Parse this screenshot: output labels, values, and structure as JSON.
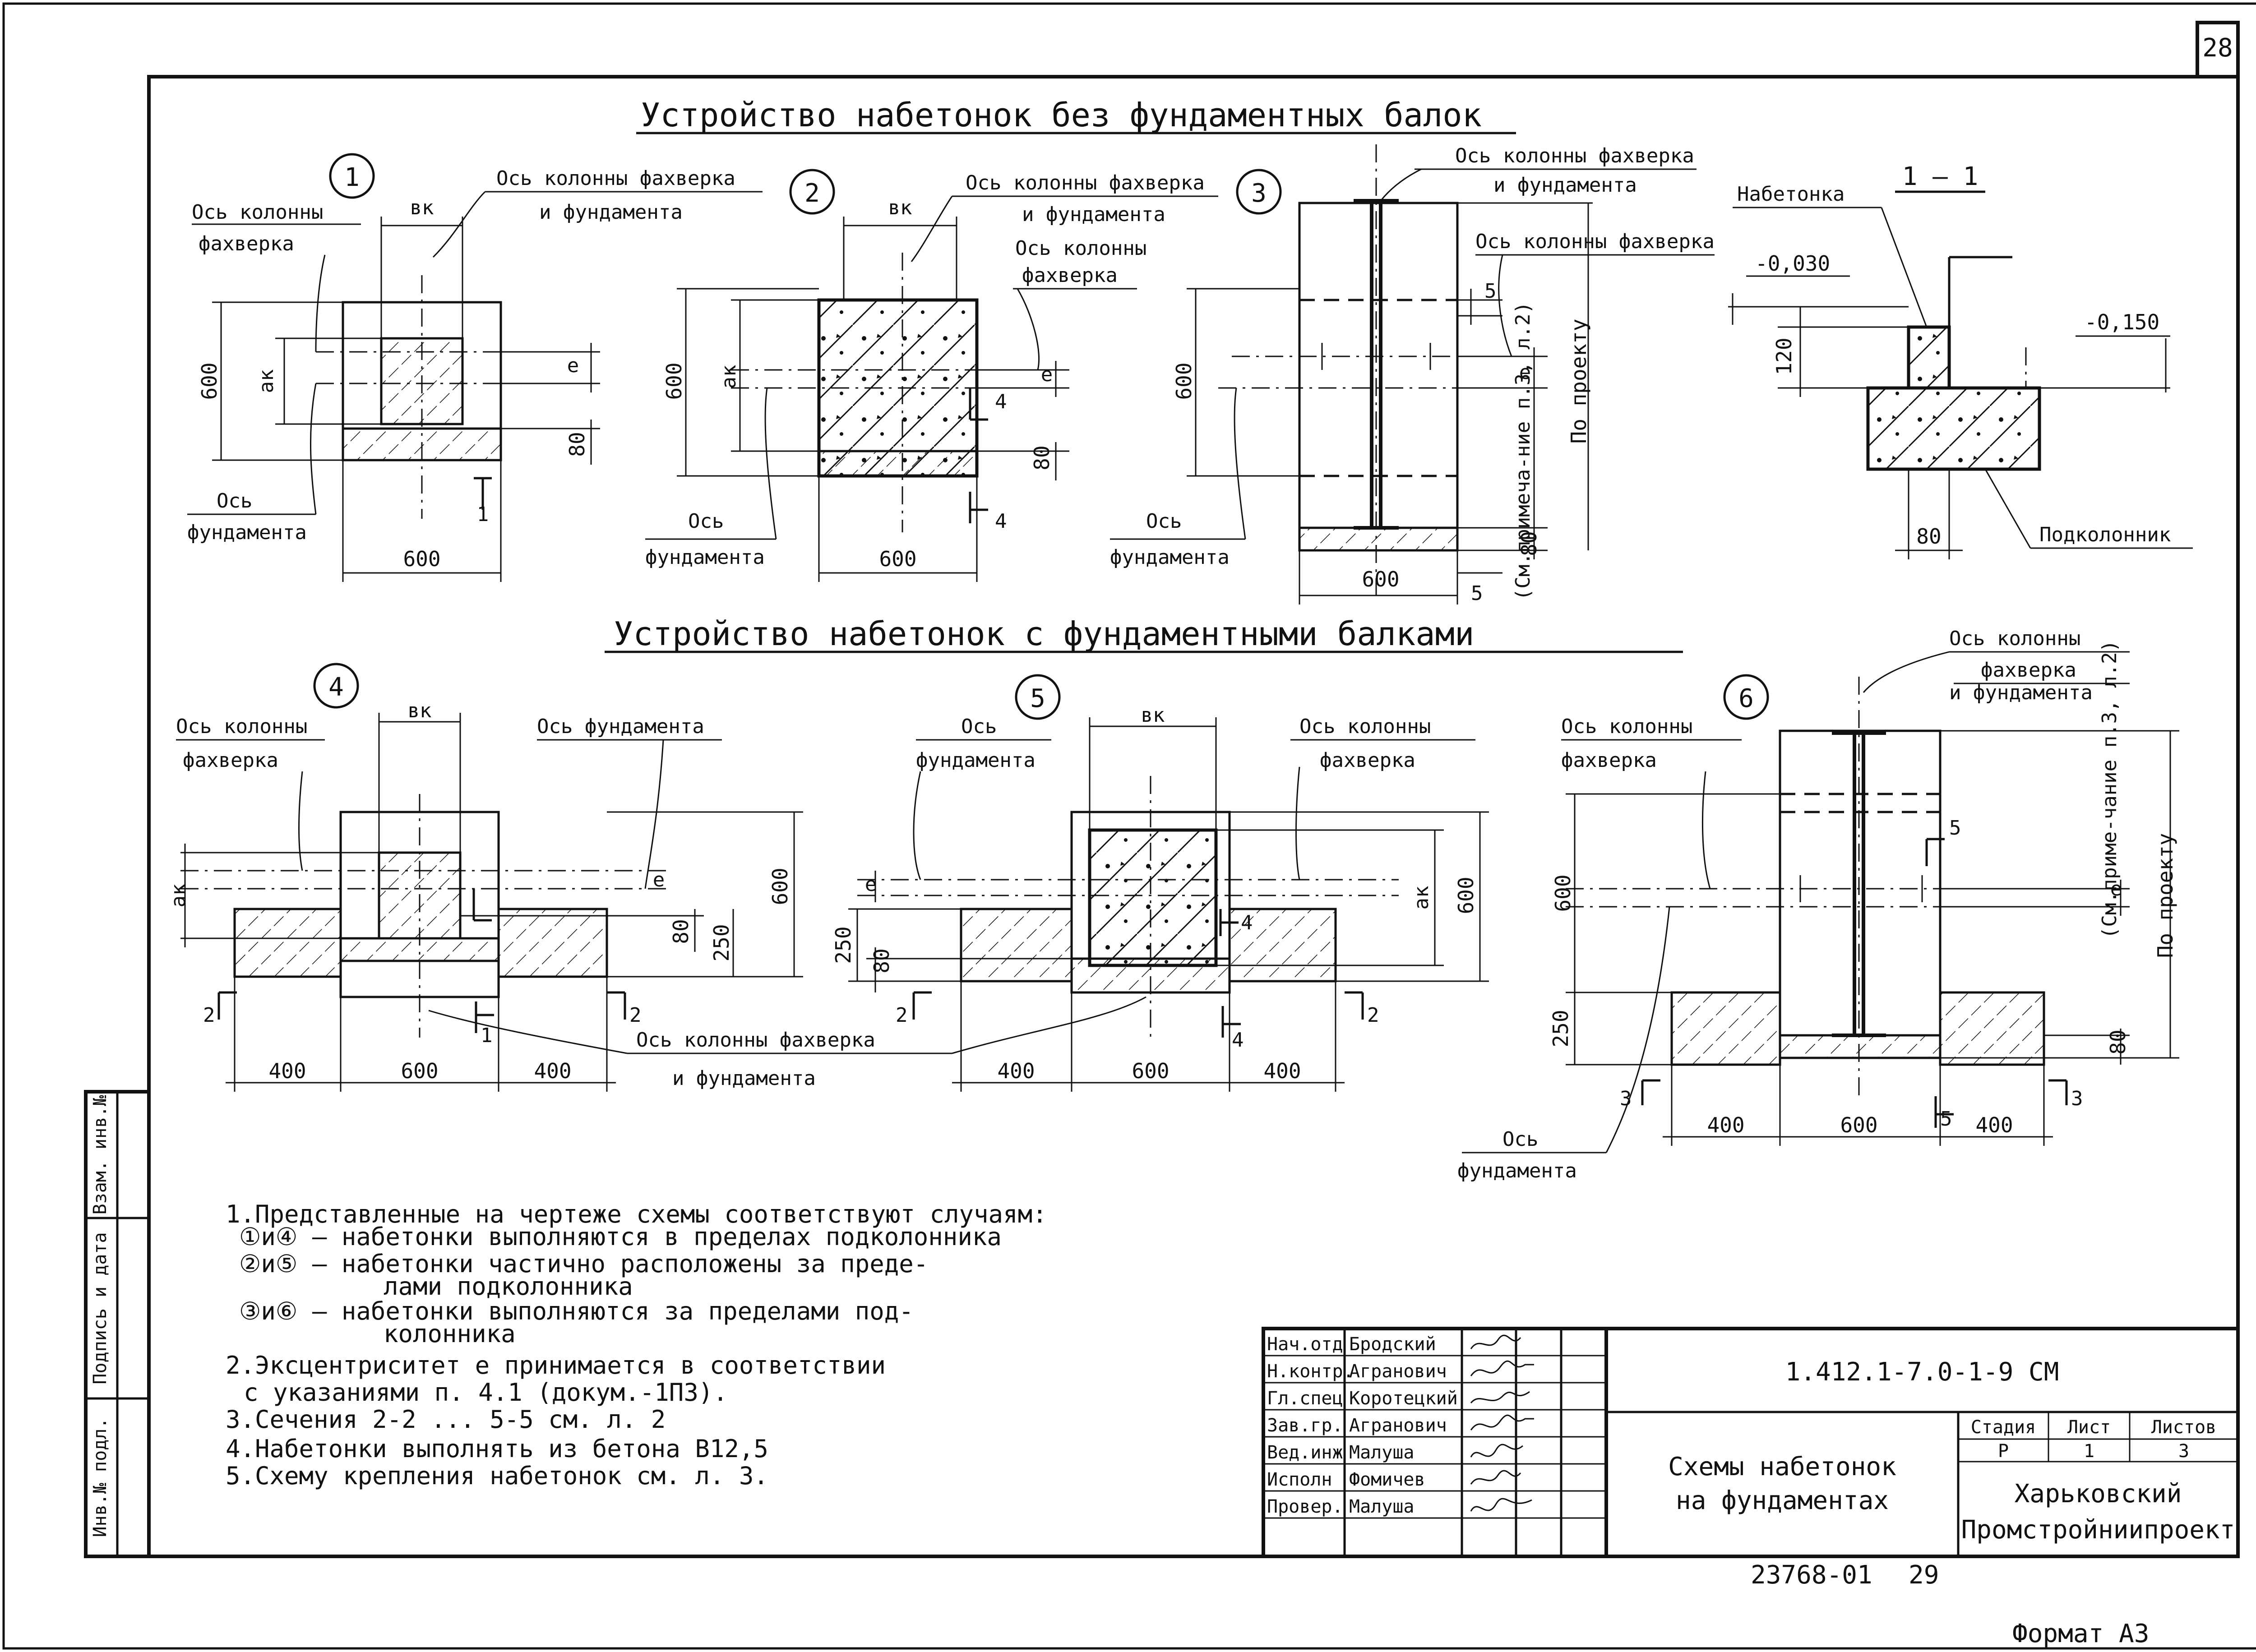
{
  "sheet_number": "28",
  "headings": {
    "top": "Устройство набетонок без фундаментных балок",
    "bottom": "Устройство набетонок с фундаментными балками"
  },
  "schemes": {
    "s1": {
      "number": "1",
      "col_axis_1": "Ось колонны",
      "col_axis_2": "фахверка",
      "col_fnd_axis_1": "Ось колонны фахверка",
      "col_fnd_axis_2": "и фундамента",
      "fnd_axis_1": "Ось",
      "fnd_axis_2": "фундамента",
      "bk": "вк",
      "ak": "ак",
      "e": "е",
      "dim_600_h": "600",
      "dim_600_w": "600",
      "dim_80": "80",
      "section": "1"
    },
    "s2": {
      "number": "2",
      "col_fnd_axis_1": "Ось колонны фахверка",
      "col_fnd_axis_2": "и фундамента",
      "col_axis_1": "Ось колонны",
      "col_axis_2": "фахверка",
      "fnd_axis_1": "Ось",
      "fnd_axis_2": "фундамента",
      "bk": "вк",
      "ak": "ак",
      "e": "е",
      "dim_600_h": "600",
      "dim_600_w": "600",
      "dim_80": "80",
      "section": "4"
    },
    "s3": {
      "number": "3",
      "col_fnd_axis_1": "Ось колонны фахверка",
      "col_fnd_axis_2": "и фундамента",
      "col_axis": "Ось колонны фахверка",
      "fnd_axis_1": "Ось",
      "fnd_axis_2": "фундамента",
      "e": "е",
      "note_v": "(См.примеча-ние п.3, л.2)",
      "by_project": "По проекту",
      "dim_600_h": "600",
      "dim_600_w": "600",
      "dim_80": "80",
      "section": "5"
    },
    "s11": {
      "title": "1 — 1",
      "label_top": "Набетонка",
      "label_bottom": "Подколонник",
      "lvl1": "-0,030",
      "lvl2": "-0,150",
      "dim_120": "120",
      "dim_80": "80"
    },
    "s4": {
      "number": "4",
      "col_axis_1": "Ось колонны",
      "col_axis_2": "фахверка",
      "fnd_axis": "Ось фундамента",
      "bk": "вк",
      "ak": "ак",
      "e": "е",
      "dim_600_h": "600",
      "dim_250": "250",
      "dim_80": "80",
      "dim_400a": "400",
      "dim_600": "600",
      "dim_400b": "400",
      "sec_left": "2",
      "sec_right": "2",
      "sec_1": "1"
    },
    "s5": {
      "number": "5",
      "fnd_axis_1": "Ось",
      "fnd_axis_2": "фундамента",
      "col_axis_1": "Ось колонны",
      "col_axis_2": "фахверка",
      "bk": "вк",
      "ak": "ак",
      "e": "е",
      "dim_600_h": "600",
      "dim_250": "250",
      "dim_80": "80",
      "dim_400a": "400",
      "dim_600": "600",
      "dim_400b": "400",
      "sec_left": "2",
      "sec_right": "2",
      "sec_4": "4"
    },
    "s45_common_1": "Ось колонны фахверка",
    "s45_common_2": "и фундамента",
    "s6": {
      "number": "6",
      "col_fnd_axis_1": "Ось колонны",
      "col_fnd_axis_2": "фахверка",
      "col_fnd_axis_3": "и фундамента",
      "col_axis_1": "Ось колонны",
      "col_axis_2": "фахверка",
      "fnd_axis_1": "Ось",
      "fnd_axis_2": "фундамента",
      "e": "е",
      "note_v": "(См.приме-чание п.3, л.2)",
      "by_project": "По проекту",
      "dim_600_h": "600",
      "dim_250": "250",
      "dim_80": "80",
      "dim_5": "5",
      "dim_400a": "400",
      "dim_600": "600",
      "dim_400b": "400",
      "sec_left": "3",
      "sec_right": "3",
      "sec_5": "5"
    }
  },
  "notes": [
    "1.Представленные на чертеже схемы соответствуют случаям:",
    "①и④ — набетонки выполняются в пределах подколонника",
    "②и⑤ — набетонки частично расположены за преде-",
    "лами подколонника",
    "③и⑥ — набетонки выполняются за пределами под-",
    "колонника",
    "2.Эксцентриситет е принимается в соответствии",
    "с указаниями п. 4.1 (докум.-1ПЗ).",
    "3.Сечения 2-2 ... 5-5 см. л. 2",
    "4.Набетонки выполнять из бетона В12,5",
    "5.Схему крепления набетонок см. л. 3."
  ],
  "stamp": {
    "col1": "Инв.№ подл.",
    "col2": "Подпись и дата",
    "col3": "Взам. инв.№"
  },
  "title_block": {
    "rows": [
      {
        "role": "Нач.отд",
        "name": "Бродский"
      },
      {
        "role": "Н.контр.",
        "name": "Агранович"
      },
      {
        "role": "Гл.спец",
        "name": "Коротецкий"
      },
      {
        "role": "Зав.гр.",
        "name": "Агранович"
      },
      {
        "role": "Вед.инж",
        "name": "Малуша"
      },
      {
        "role": "Исполн",
        "name": "Фомичев"
      },
      {
        "role": "Провер.",
        "name": "Малуша"
      }
    ],
    "code": "1.412.1-7.0-1-9 СМ",
    "title_1": "Схемы набетонок",
    "title_2": "на фундаментах",
    "stage_h": "Стадия",
    "sheet_h": "Лист",
    "sheets_h": "Листов",
    "stage": "Р",
    "sheet": "1",
    "sheets": "3",
    "org_1": "Харьковский",
    "org_2": "Промстройниипроект"
  },
  "bottom": {
    "inv": "23768-01",
    "page": "29",
    "format": "Формат А3"
  }
}
